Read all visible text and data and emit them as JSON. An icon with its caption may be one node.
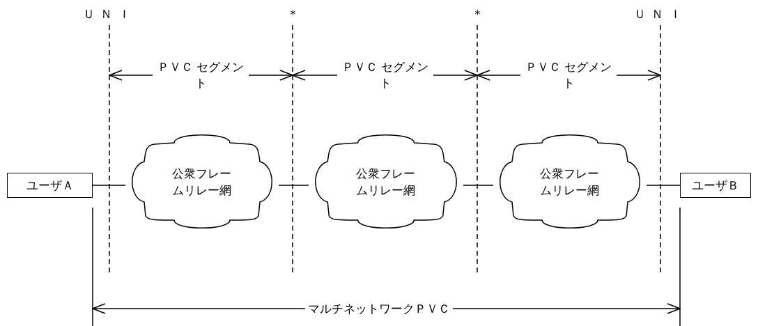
{
  "diagram": {
    "nodes": [
      {
        "text": [
          "ユーザＡ"
        ]
      },
      {
        "text": [
          "公衆フレームリレー網"
        ]
      },
      {
        "text": [
          "公衆フレームリレー網"
        ]
      },
      {
        "text": [
          "公衆フレームリレー網"
        ]
      },
      {
        "text": [
          "ユーザＢ"
        ]
      }
    ],
    "edges": [
      {
        "from": 0,
        "to": 1,
        "arrow": "none"
      },
      {
        "from": 1,
        "to": 2,
        "arrow": "none"
      },
      {
        "from": 2,
        "to": 3,
        "arrow": "none"
      },
      {
        "from": 3,
        "to": 4,
        "arrow": "none"
      }
    ],
    "labels": [
      "ＵＮＩ",
      "＊",
      "＊",
      "ＵＮＩ",
      "ＰＶＣ セグメント",
      "ＰＶＣ セグメント",
      "ＰＶＣ セグメント",
      "マルチネットワークＰＶＣ"
    ]
  }
}
